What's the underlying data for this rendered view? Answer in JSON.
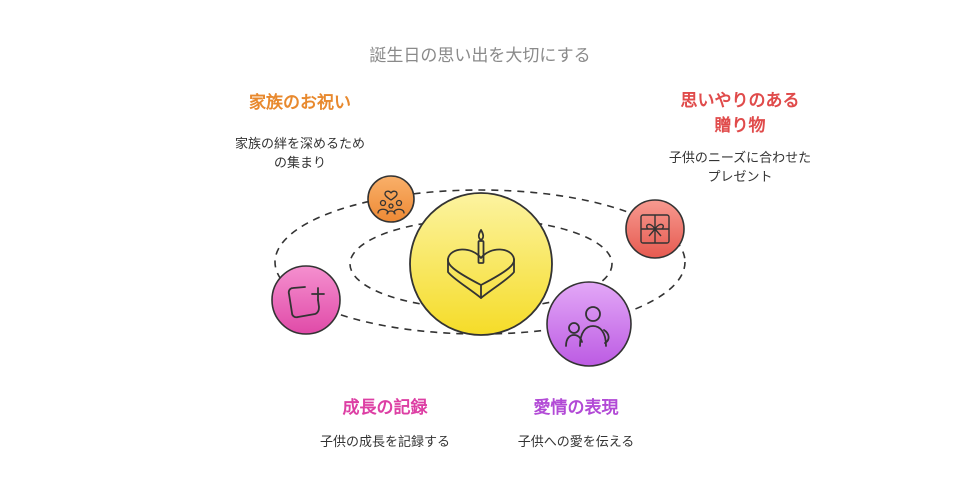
{
  "title": "誕生日の思い出を大切にする",
  "colors": {
    "family": "#e8892e",
    "gift": "#e04b4b",
    "growth": "#dd3fa4",
    "love": "#b24ad6",
    "center": "#f7e13c"
  },
  "items": {
    "family": {
      "title": "家族のお祝い",
      "desc_line1": "家族の絆を深めるため",
      "desc_line2": "の集まり",
      "icon": "family-icon"
    },
    "gift": {
      "title_line1": "思いやりのある",
      "title_line2": "贈り物",
      "desc_line1": "子供のニーズに合わせた",
      "desc_line2": "プレゼント",
      "icon": "gift-icon"
    },
    "growth": {
      "title": "成長の記録",
      "desc": "子供の成長を記録する",
      "icon": "add-note-icon"
    },
    "love": {
      "title": "愛情の表現",
      "desc": "子供への愛を伝える",
      "icon": "parent-child-icon"
    },
    "center": {
      "icon": "heart-cake-icon"
    }
  }
}
